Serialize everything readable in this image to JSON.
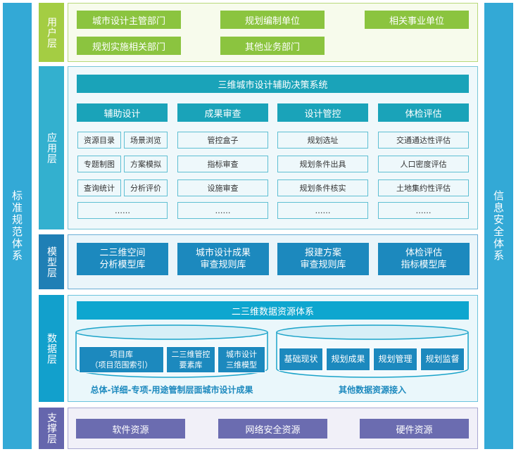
{
  "left_side": "标准规范体系",
  "right_side": "信息安全体系",
  "user_layer": {
    "label": "用户层",
    "items": [
      "城市设计主管部门",
      "规划编制单位",
      "相关事业单位",
      "规划实施相关部门",
      "其他业务部门"
    ]
  },
  "app_layer": {
    "label": "应用层",
    "title": "三维城市设计辅助决策系统",
    "col1": {
      "header": "辅助设计",
      "items": [
        "资源目录",
        "场景浏览",
        "专题制图",
        "方案模拟",
        "查询统计",
        "分析评价"
      ],
      "more": "……"
    },
    "col2": {
      "header": "成果审查",
      "items": [
        "管控盒子",
        "指标审查",
        "设施审查"
      ],
      "more": "……"
    },
    "col3": {
      "header": "设计管控",
      "items": [
        "规划选址",
        "规划条件出具",
        "规划条件核实"
      ],
      "more": "……"
    },
    "col4": {
      "header": "体检评估",
      "items": [
        "交通通达性评估",
        "人口密度评估",
        "土地集约性评估"
      ],
      "more": "……"
    }
  },
  "model_layer": {
    "label": "模型层",
    "items": [
      {
        "line1": "二三维空间",
        "line2": "分析模型库"
      },
      {
        "line1": "城市设计成果",
        "line2": "审查规则库"
      },
      {
        "line1": "报建方案",
        "line2": "审查规则库"
      },
      {
        "line1": "体检评估",
        "line2": "指标模型库"
      }
    ]
  },
  "data_layer": {
    "label": "数据层",
    "title": "二三维数据资源体系",
    "db1": {
      "items": [
        {
          "line1": "项目库",
          "line2": "（项目范围索引）"
        },
        {
          "line1": "二三维管控",
          "line2": "要素库"
        },
        {
          "line1": "城市设计",
          "line2": "三维模型"
        }
      ],
      "caption": "总体-详细-专项-用途管制层面城市设计成果"
    },
    "db2": {
      "items": [
        "基础现状",
        "规划成果",
        "规划管理",
        "规划监督"
      ],
      "caption": "其他数据资源接入"
    }
  },
  "support_layer": {
    "label": "支撑层",
    "items": [
      "软件资源",
      "网络安全资源",
      "硬件资源"
    ]
  }
}
